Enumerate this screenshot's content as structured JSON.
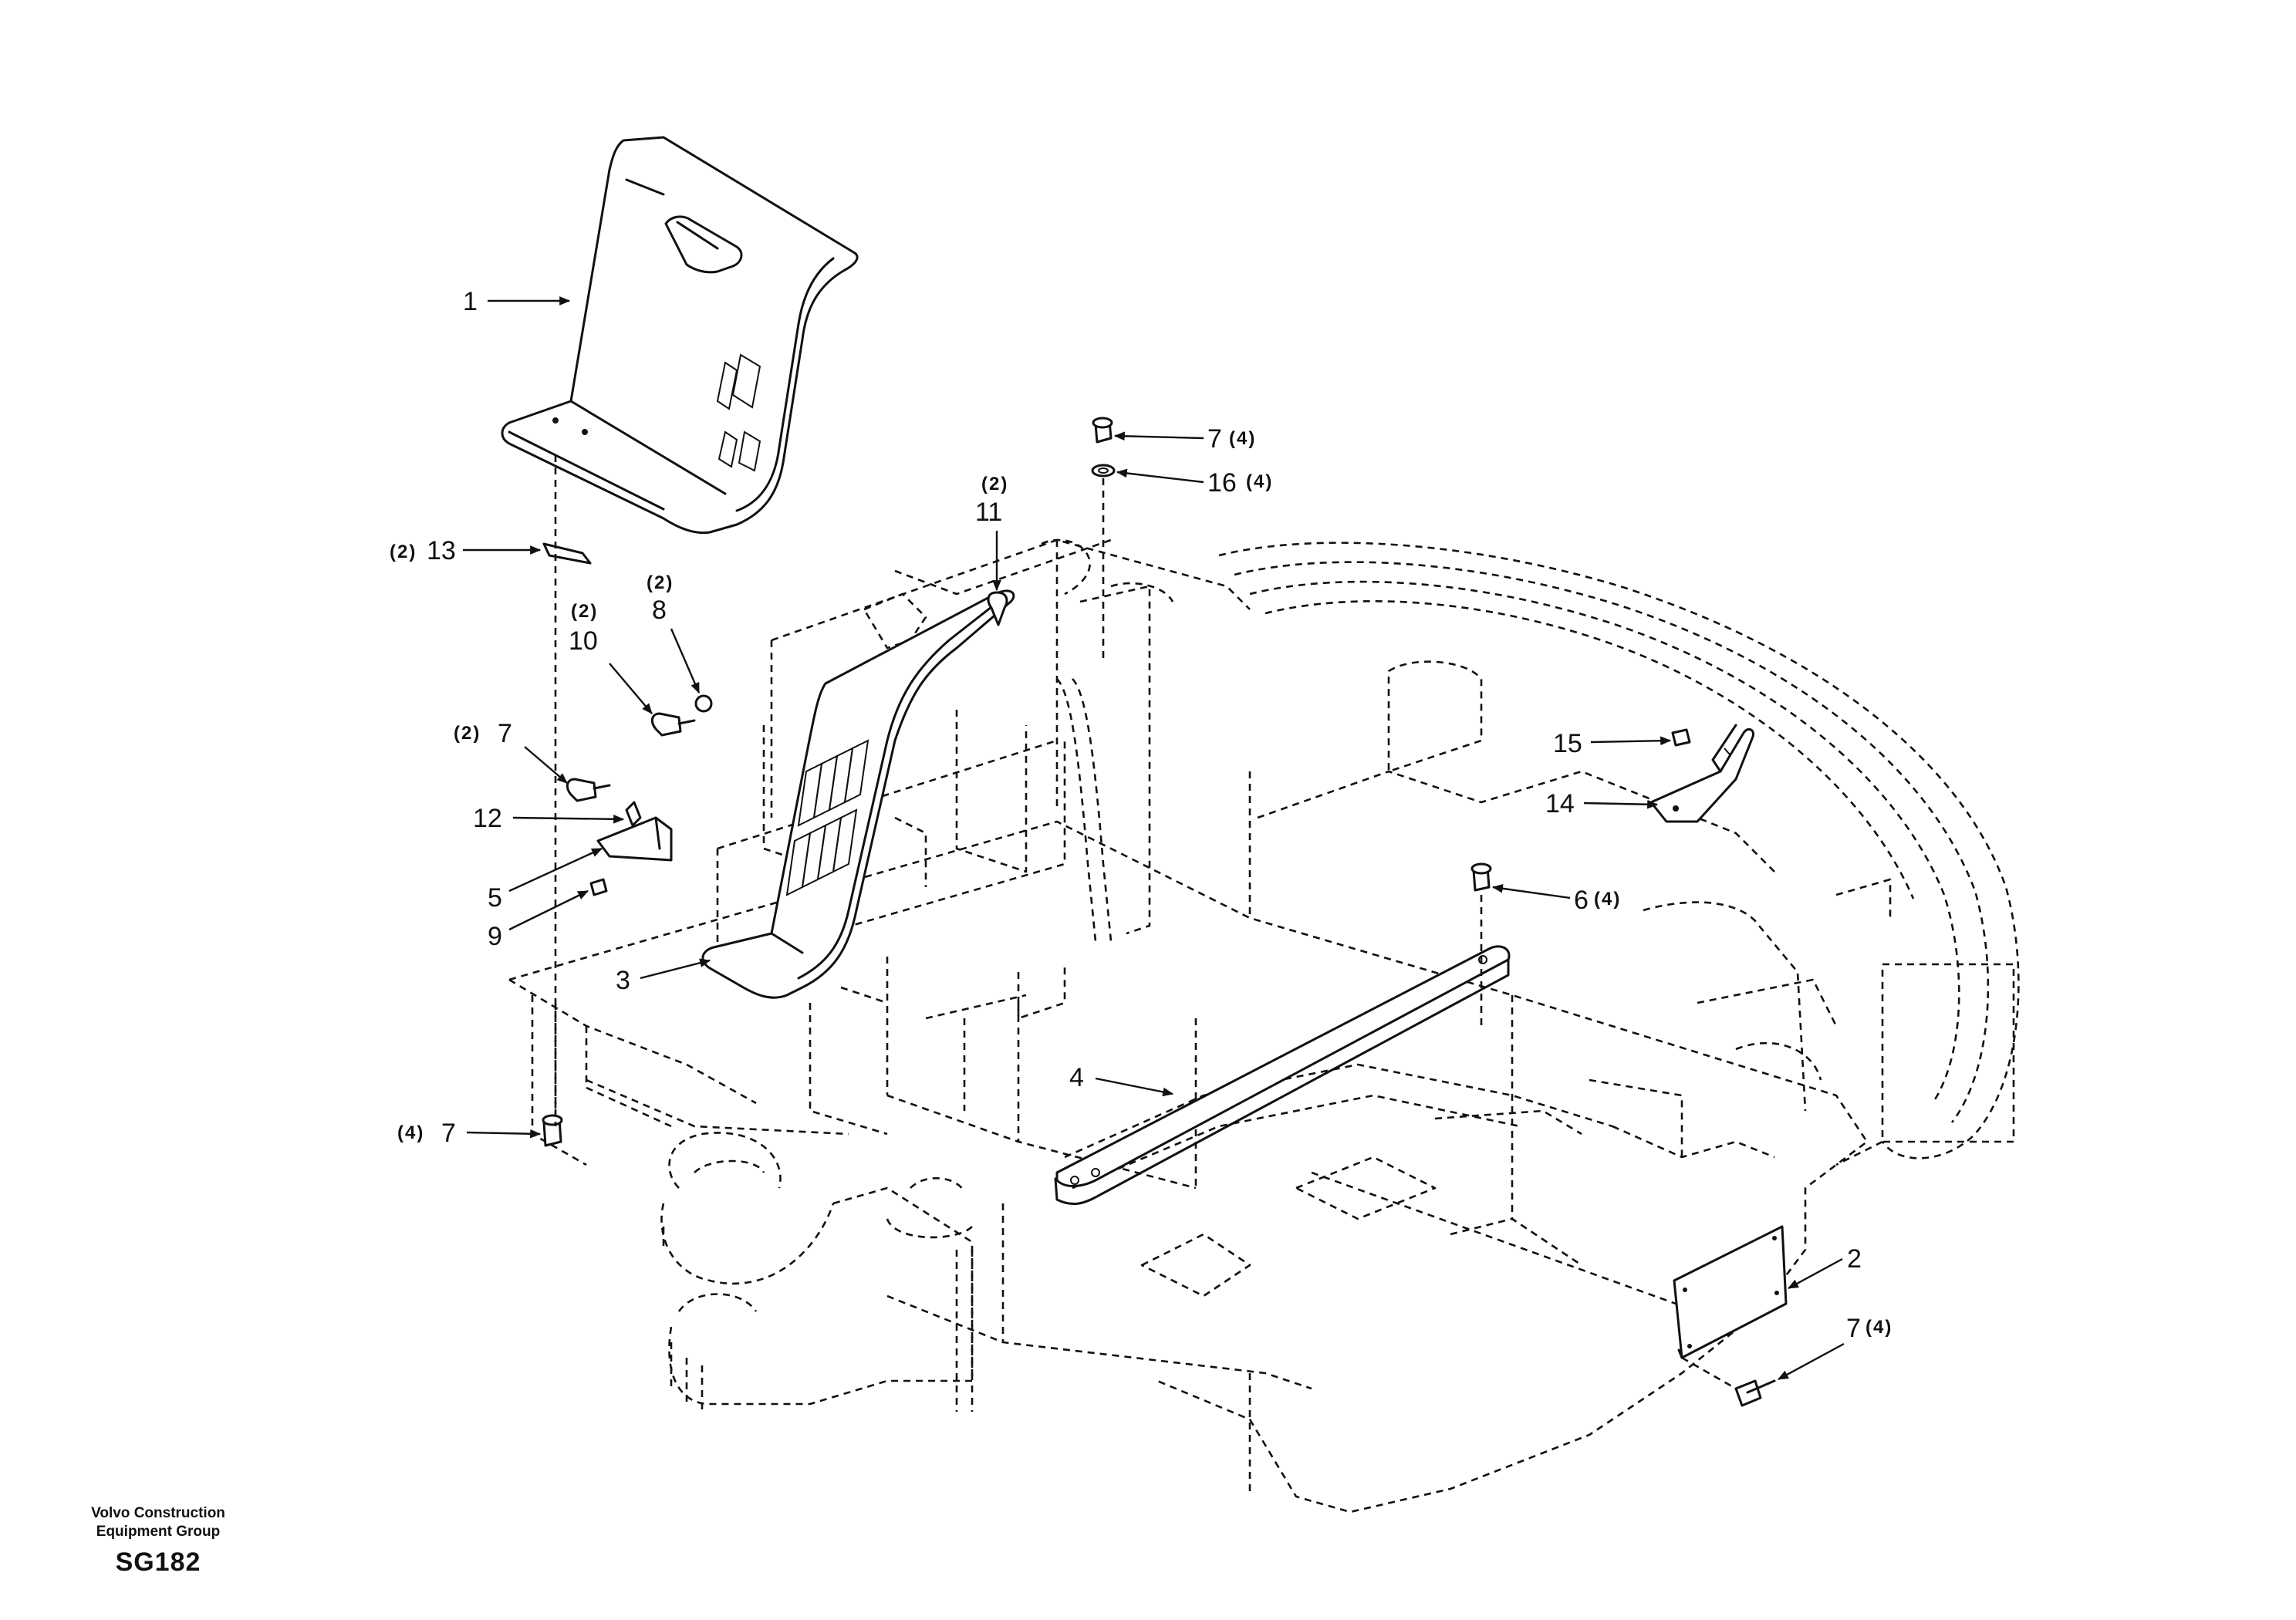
{
  "callouts": [
    {
      "id": "c1",
      "qty": "",
      "label": "1"
    },
    {
      "id": "c13",
      "qty": "(2)",
      "label": "13"
    },
    {
      "id": "c10",
      "qty": "(2)",
      "label": "10"
    },
    {
      "id": "c8",
      "qty": "(2)",
      "label": "8"
    },
    {
      "id": "c7a",
      "qty": "(2)",
      "label": "7"
    },
    {
      "id": "c12",
      "qty": "",
      "label": "12"
    },
    {
      "id": "c5",
      "qty": "",
      "label": "5"
    },
    {
      "id": "c9",
      "qty": "",
      "label": "9"
    },
    {
      "id": "c3",
      "qty": "",
      "label": "3"
    },
    {
      "id": "c7b",
      "qty": "(4)",
      "label": "7"
    },
    {
      "id": "c11",
      "qty": "(2)",
      "label": "11"
    },
    {
      "id": "c7c",
      "qty": "(4)",
      "label": "7"
    },
    {
      "id": "c16",
      "qty": "(4)",
      "label": "16"
    },
    {
      "id": "c15",
      "qty": "",
      "label": "15"
    },
    {
      "id": "c14",
      "qty": "",
      "label": "14"
    },
    {
      "id": "c6",
      "qty": "(4)",
      "label": "6"
    },
    {
      "id": "c4",
      "qty": "",
      "label": "4"
    },
    {
      "id": "c2",
      "qty": "",
      "label": "2"
    },
    {
      "id": "c7d",
      "qty": "(4)",
      "label": "7"
    }
  ],
  "footer": {
    "company_line1": "Volvo Construction",
    "company_line2": "Equipment Group",
    "code": "SG182"
  }
}
